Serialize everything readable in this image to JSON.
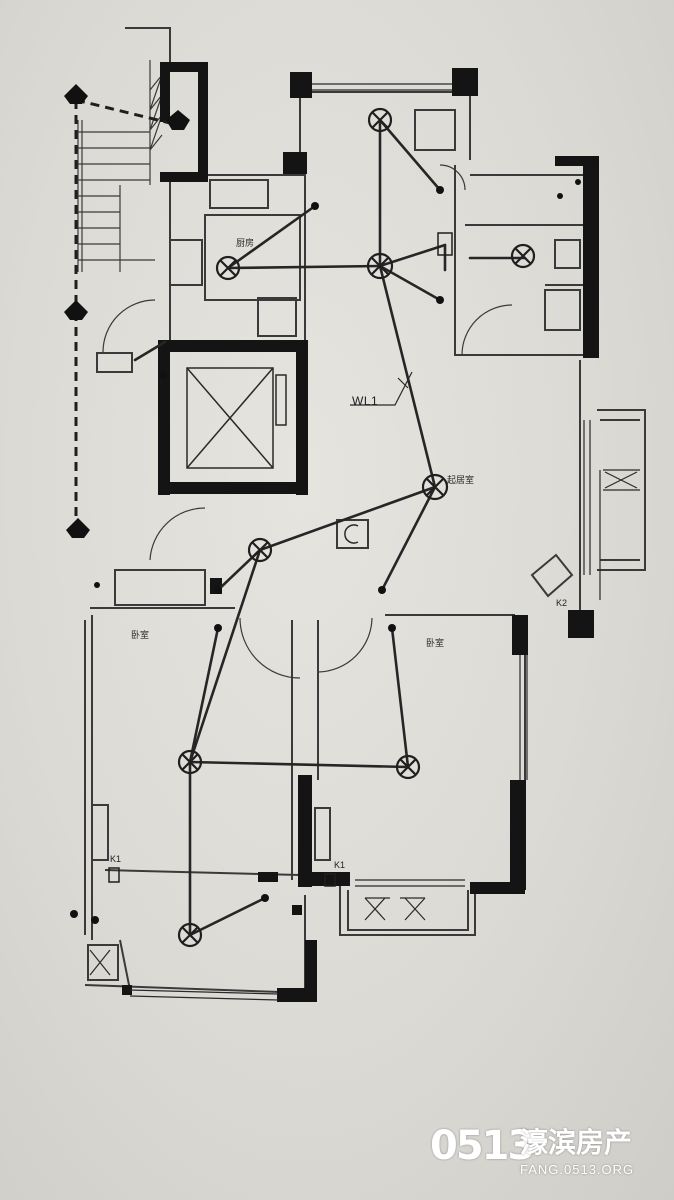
{
  "plan": {
    "wiring_label": "WL1",
    "rooms": {
      "kitchen": "厨房",
      "living_room": "起居室",
      "bedroom_left": "卧室",
      "bedroom_right": "卧室"
    },
    "tags": {
      "k2": "K2",
      "k1_left": "K1",
      "k1_right": "K1"
    },
    "line_color": "#2b2b2b",
    "wall_color": "#141414"
  },
  "watermark": {
    "logo": "0513",
    "name": "濠滨房产",
    "url": "FANG.0513.ORG",
    "color": "#ffffff"
  }
}
